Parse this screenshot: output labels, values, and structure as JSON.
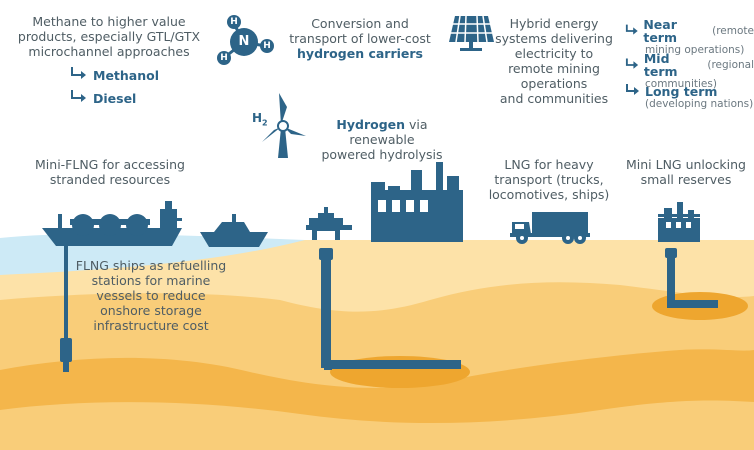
{
  "gtl": {
    "line1": "Methane to higher value",
    "line2": "products, especially GTL/GTX",
    "line3": "microchannel approaches",
    "items": [
      "Methanol",
      "Diesel"
    ]
  },
  "carriers": {
    "line1": "Conversion and",
    "line2": "transport of lower-cost",
    "highlight": "hydrogen carriers",
    "molecule": {
      "center": "N",
      "h": "H"
    }
  },
  "hybrid": {
    "lines": [
      "Hybrid energy",
      "systems delivering",
      "electricity to",
      "remote mining",
      "operations",
      "and communities"
    ]
  },
  "terms": [
    {
      "name": "Near term",
      "note1": "(remote",
      "note2": "mining operations)"
    },
    {
      "name": "Mid term",
      "note1": "(regional",
      "note2": "communities)"
    },
    {
      "name": "Long term",
      "note1": "",
      "note2": "(developing nations)"
    }
  ],
  "hydrogen": {
    "symbol": "H",
    "subscript": "2",
    "highlight": "Hydrogen",
    "rest1": " via renewable",
    "line2": "powered hydrolysis"
  },
  "flng": {
    "line1": "Mini-FLNG for accessing",
    "line2": "stranded resources"
  },
  "lng_transport": {
    "line1": "LNG for heavy",
    "line2": "transport (trucks,",
    "line3": "locomotives, ships)"
  },
  "mini_lng": {
    "line1": "Mini LNG unlocking",
    "line2": "small reserves"
  },
  "refuel": {
    "lines": [
      "FLNG ships as refuelling",
      "stations for marine",
      "vessels to reduce",
      "onshore storage",
      "infrastructure cost"
    ]
  },
  "colors": {
    "accent": "#2d6488",
    "sea": "#cdeaf6",
    "ground_light": "#fde2a8",
    "ground_mid": "#f9cd79",
    "ground_dark": "#f4b64b",
    "pocket": "#eea62f",
    "text": "#4f5d64"
  }
}
